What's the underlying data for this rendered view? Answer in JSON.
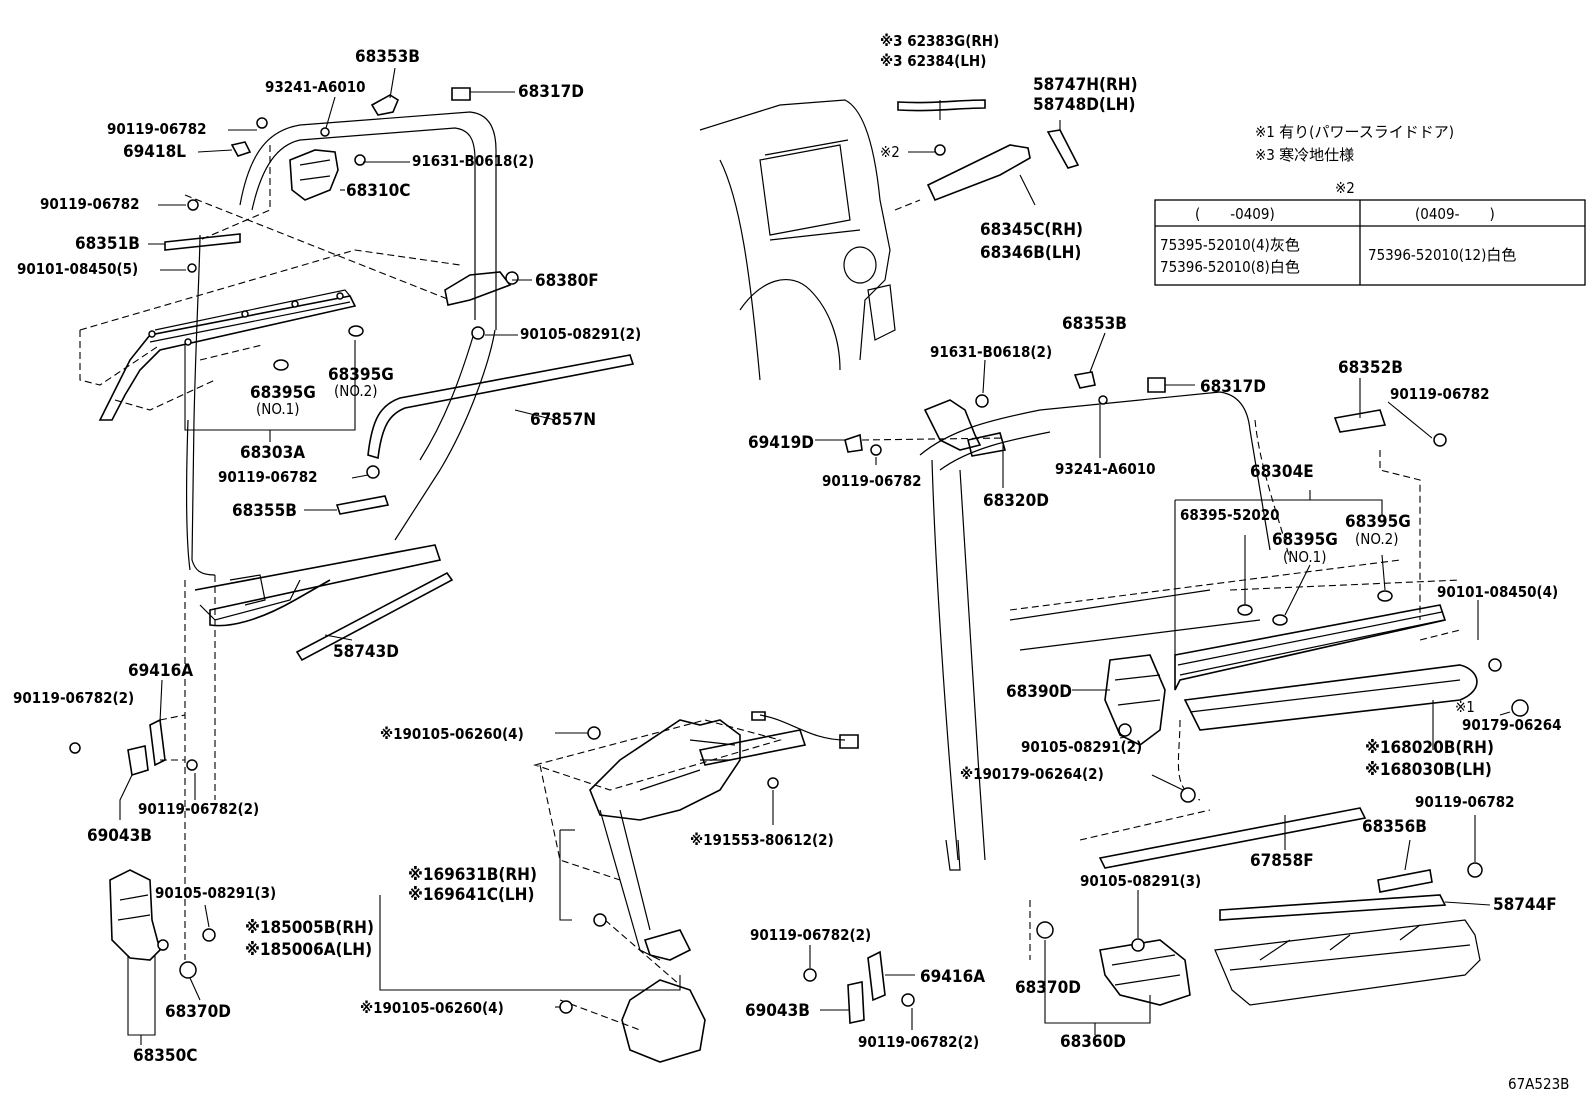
{
  "diagram_code": "67A523B",
  "notes": {
    "n1": "※1 有り(パワースライドドア)",
    "n3": "※3 寒冷地仕様"
  },
  "table": {
    "title": "※2",
    "col1_header": "(　　-0409)",
    "col2_header": "(0409-　　)",
    "col1_line1": "75395-52010(4)灰色",
    "col1_line2": "75396-52010(8)白色",
    "col2_line1": "75396-52010(12)白色"
  },
  "labels": {
    "p68353B_a": "68353B",
    "p93241_a": "93241-A6010",
    "p68317D_a": "68317D",
    "p90119_a": "90119-06782",
    "p69418L": "69418L",
    "p91631_a": "91631-B0618(2)",
    "p68310C": "68310C",
    "p90119_b": "90119-06782",
    "p68351B": "68351B",
    "p90101_a": "90101-08450(5)",
    "p68380F": "68380F",
    "p90105_a": "90105-08291(2)",
    "p68395G_no2_a": "68395G",
    "no2_a": "(NO.2)",
    "p68395G_no1_a": "68395G",
    "no1_a": "(NO.1)",
    "p67857N": "67857N",
    "p68303A": "68303A",
    "p90119_c": "90119-06782",
    "p68355B": "68355B",
    "p58743D": "58743D",
    "p69416A_a": "69416A",
    "p90119_d": "90119-06782(2)",
    "p90119_e": "90119-06782(2)",
    "p69043B_a": "69043B",
    "p90105_b": "90105-08291(3)",
    "p68370D_a": "68370D",
    "p68350C": "68350C",
    "p62383G": "※3 62383G(RH)",
    "p62384": "※3 62384(LH)",
    "p58747H": "58747H(RH)",
    "p58748D": "58748D(LH)",
    "mark2": "※2",
    "p68345C": "68345C(RH)",
    "p68346B": "68346B(LH)",
    "p68353B_b": "68353B",
    "p91631_b": "91631-B0618(2)",
    "p68317D_b": "68317D",
    "p68352B": "68352B",
    "p90119_f": "90119-06782",
    "p69419D": "69419D",
    "p90119_g": "90119-06782",
    "p93241_b": "93241-A6010",
    "p68320D": "68320D",
    "p68304E": "68304E",
    "p68395_52020": "68395-52020",
    "p68395G_no2_b": "68395G",
    "no2_b": "(NO.2)",
    "p68395G_no1_b": "68395G",
    "no1_b": "(NO.1)",
    "p90101_b": "90101-08450(4)",
    "p68390D": "68390D",
    "mark1": "※1",
    "p90179_a": "90179-06264",
    "p90105_c": "90105-08291(2)",
    "p68020B": "※168020B(RH)",
    "p68030B": "※168030B(LH)",
    "p90179_b": "※190179-06264(2)",
    "p90119_h": "90119-06782",
    "p68356B": "68356B",
    "p67858F": "67858F",
    "p58744F": "58744F",
    "p90105_d": "90105-08291(3)",
    "p68370D_b": "68370D",
    "p68360D": "68360D",
    "p90105_e": "※190105-06260(4)",
    "p91553": "※191553-80612(2)",
    "p69631B": "※169631B(RH)",
    "p69641C": "※169641C(LH)",
    "p85005B": "※185005B(RH)",
    "p85006A": "※185006A(LH)",
    "p90105_f": "※190105-06260(4)",
    "p90119_i": "90119-06782(2)",
    "p69416A_b": "69416A",
    "p69043B_b": "69043B",
    "p90119_j": "90119-06782(2)"
  }
}
